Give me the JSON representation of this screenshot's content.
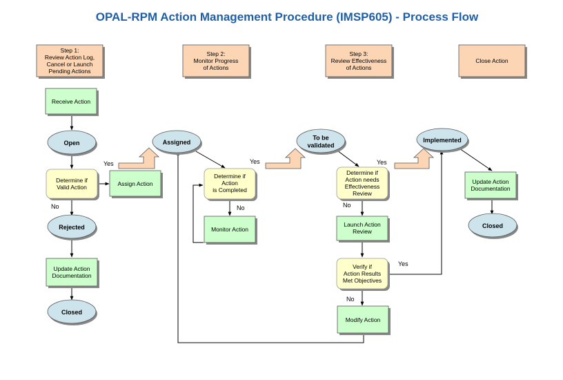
{
  "title": "OPAL-RPM Action Management Procedure (IMSP605)  -  Process Flow",
  "headers": {
    "step1": [
      "Step 1:",
      "Review Action Log,",
      "Cancel or Launch",
      "Pending Actions"
    ],
    "step2": [
      "Step 2:",
      "Monitor Progress",
      "of Actions"
    ],
    "step3": [
      "Step 3:",
      "Review Effectiveness",
      "of Actions"
    ],
    "step4": [
      "Close Action"
    ]
  },
  "boxes": {
    "receive_action": [
      "Receive Action"
    ],
    "assign_action": [
      "Assign Action"
    ],
    "update_doc_1": [
      "Update Action",
      "Documentation"
    ],
    "monitor_action": [
      "Monitor Action"
    ],
    "launch_review": [
      "Launch Action",
      "Review"
    ],
    "modify_action": [
      "Modify Action"
    ],
    "update_doc_2": [
      "Update Action",
      "Documentation"
    ]
  },
  "decisions": {
    "valid_action": [
      "Determine if",
      "Valid Action"
    ],
    "is_completed": [
      "Determine if",
      "Action",
      "is Completed"
    ],
    "needs_review": [
      "Determine if",
      "Action needs",
      "Effectiveness",
      "Review"
    ],
    "met_objectives": [
      "Verify if",
      "Action Results",
      "Met Objectives"
    ]
  },
  "states": {
    "open": [
      "Open"
    ],
    "rejected": [
      "Rejected"
    ],
    "closed_1": [
      "Closed"
    ],
    "assigned": [
      "Assigned"
    ],
    "to_be_validated": [
      "To be",
      "validated"
    ],
    "implemented": [
      "Implemented"
    ],
    "closed_2": [
      "Closed"
    ]
  },
  "labels": {
    "yes_1": "Yes",
    "no_1": "No",
    "yes_2": "Yes",
    "no_2": "No",
    "yes_3": "Yes",
    "no_3": "No",
    "yes_4": "Yes",
    "no_4": "No"
  }
}
